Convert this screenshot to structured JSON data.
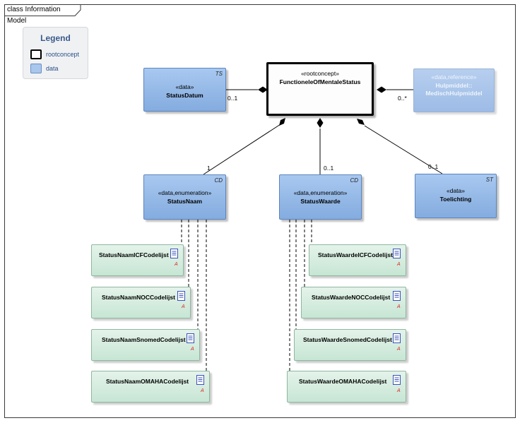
{
  "diagram": {
    "title": "class Information Model",
    "legend": {
      "title": "Legend",
      "items": [
        {
          "label": "rootconcept"
        },
        {
          "label": "data"
        }
      ]
    },
    "root": {
      "stereotype": "«rootconcept»",
      "name": "FunctioneleOfMentaleStatus"
    },
    "status_datum": {
      "stereotype": "«data»",
      "name": "StatusDatum",
      "tag": "TS"
    },
    "hulpmiddel": {
      "stereotype": "«data,reference»",
      "name_line1": "Hulpmiddel::",
      "name_line2": "MedischHulpmiddel"
    },
    "status_naam": {
      "stereotype": "«data,enumeration»",
      "name": "StatusNaam",
      "tag": "CD"
    },
    "status_waarde": {
      "stereotype": "«data,enumeration»",
      "name": "StatusWaarde",
      "tag": "CD"
    },
    "toelichting": {
      "stereotype": "«data»",
      "name": "Toelichting",
      "tag": "ST"
    },
    "multiplicities": {
      "datum": "0..1",
      "hulpmiddel": "0..*",
      "naam": "1",
      "waarde": "0..1",
      "toelichting": "0..1"
    },
    "naam_codelists": [
      {
        "name": "StatusNaamICFCodelijst"
      },
      {
        "name": "StatusNaamNOCCodelijst"
      },
      {
        "name": "StatusNaamSnomedCodelijst"
      },
      {
        "name": "StatusNaamOMAHACodelijst"
      }
    ],
    "waarde_codelists": [
      {
        "name": "StatusWaardeICFCodelijst"
      },
      {
        "name": "StatusWaardeNOCCodelijst"
      },
      {
        "name": "StatusWaardeSnomedCodelijst"
      },
      {
        "name": "StatusWaardeOMAHACodelijst"
      }
    ],
    "colors": {
      "data_fill": "#a8c8f0",
      "codelist_fill": "#d6eddf",
      "root_border": "#000000"
    },
    "icon_names": [
      "document-icon"
    ]
  }
}
